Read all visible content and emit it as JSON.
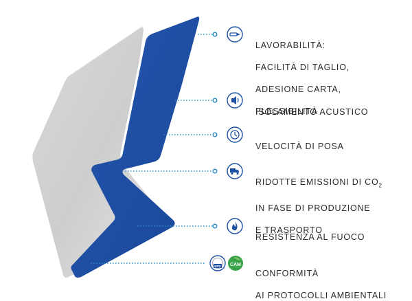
{
  "colors": {
    "blue": "#1d4fa3",
    "blue_dark": "#153b80",
    "gray": "#c9c9c9",
    "line_dots": "#2a8fc8",
    "icon_ring": "#1d4fa3",
    "text": "#2b2b2b",
    "cam_green": "#3aa34a"
  },
  "features": [
    {
      "id": "workability",
      "icon": "cutter-knife-icon",
      "lines": [
        "LAVORABILITÀ:",
        "FACILITÀ DI TAGLIO,",
        "ADESIONE CARTA,",
        "FLESSIBILITÀ"
      ]
    },
    {
      "id": "acoustic",
      "icon": "speaker-icon",
      "lines": [
        "ISOLAMENTO ACUSTICO"
      ]
    },
    {
      "id": "speed",
      "icon": "clock-icon",
      "lines": [
        "VELOCITÀ DI POSA"
      ]
    },
    {
      "id": "emissions",
      "icon": "truck-icon",
      "lines": [
        "RIDOTTE EMISSIONI DI CO",
        "IN FASE DI PRODUZIONE",
        "E TRASPORTO"
      ],
      "subscript": "2"
    },
    {
      "id": "fire",
      "icon": "flame-icon",
      "lines": [
        "RESISTENZA AL FUOCO"
      ]
    },
    {
      "id": "environment",
      "icon": "certification-badges-icon",
      "lines": [
        "CONFORMITÀ",
        "AI PROTOCOLLI AMBIENTALI"
      ],
      "badges": [
        "EPD",
        "CAM"
      ]
    }
  ]
}
